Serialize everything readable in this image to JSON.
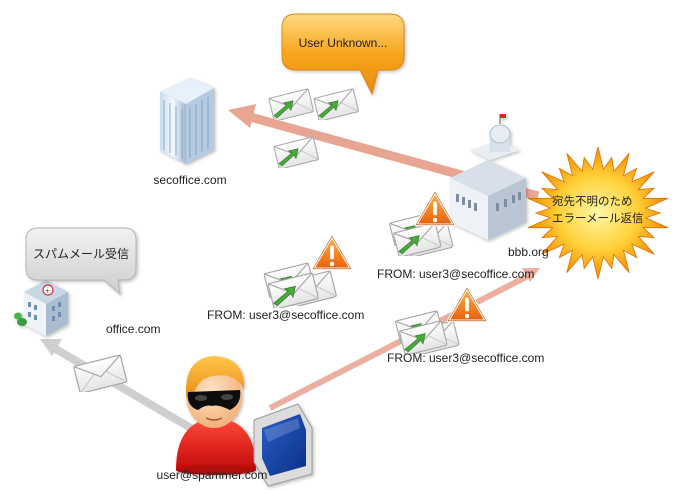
{
  "labels": {
    "secoffice": "secoffice.com",
    "office": "office.com",
    "bbb": "bbb.org",
    "spammer": "user@spammer.com",
    "from_left": "FROM:  user3@secoffice.com",
    "from_upper_right": "FROM:  user3@secoffice.com",
    "from_lower_right": "FROM:  user3@secoffice.com"
  },
  "callouts": {
    "user_unknown": "User Unknown...",
    "spam_received": "スパムメール受信"
  },
  "burst": {
    "line1": "宛先不明のため",
    "line2": "エラーメール返信"
  },
  "colors": {
    "bounce_arrow": "#e8a592",
    "spam_arrow": "#ebaf9f",
    "delivery_arrow": "#cfcfcf",
    "warning": "#f08020",
    "burst": "#f6a10c",
    "callout_orange": "#f7a21c",
    "envelope_arrow": "#4aa83c"
  },
  "icons": [
    "building-icon",
    "government-building-icon",
    "small-office-icon",
    "spammer-avatar-icon",
    "monitor-icon",
    "envelope-icon",
    "warning-icon",
    "explosion-burst-icon"
  ]
}
